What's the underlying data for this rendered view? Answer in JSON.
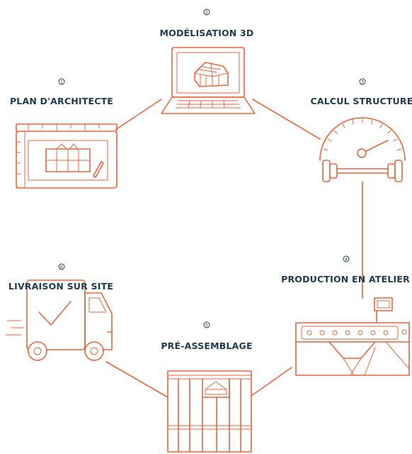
{
  "steps": [
    {
      "number": "1",
      "label": "PLAN D'ARCHITECTE",
      "icon": "blueprint-icon"
    },
    {
      "number": "2",
      "label": "MODÉLISATION 3D",
      "icon": "laptop-icon"
    },
    {
      "number": "3",
      "label": "CALCUL STRUCTURE",
      "icon": "gauge-dumbbell-icon"
    },
    {
      "number": "4",
      "label": "PRODUCTION EN ATELIER",
      "icon": "factory-machine-icon"
    },
    {
      "number": "5",
      "label": "PRÉ-ASSEMBLAGE",
      "icon": "wall-frame-icon"
    },
    {
      "number": "6",
      "label": "LIVRAISON SUR SITE",
      "icon": "delivery-truck-icon"
    }
  ],
  "colors": {
    "line": "#e8663d",
    "text": "#1d3b4f",
    "background": "#ffffff"
  }
}
